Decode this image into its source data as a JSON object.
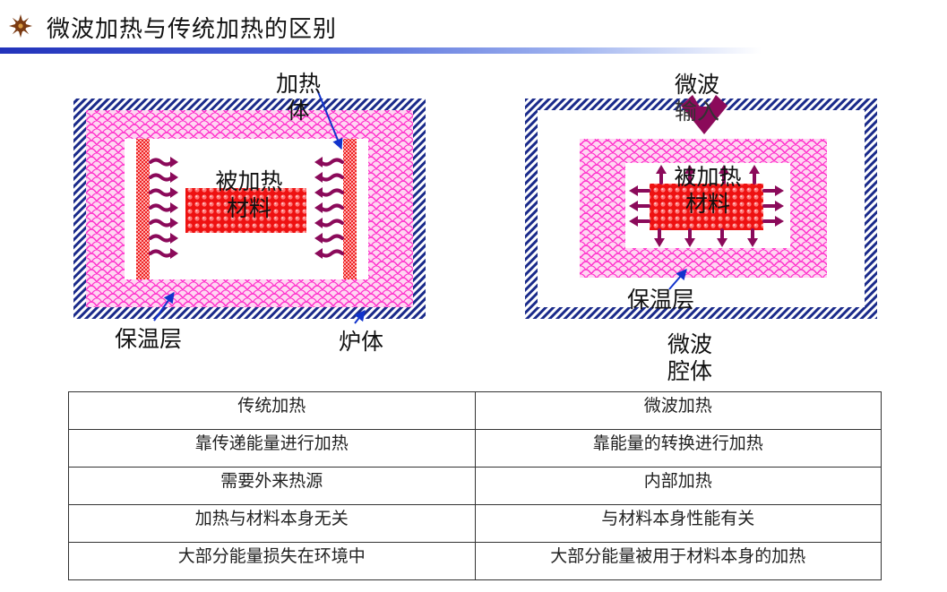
{
  "title": "微波加热与传统加热的区别",
  "labels": {
    "heating_element_line1": "加热",
    "heating_element_line2": "体",
    "heated_material_line1": "被加热",
    "heated_material_line2": "材料",
    "insulation": "保温层",
    "furnace": "炉体",
    "microwave_in_line1": "微波",
    "microwave_in_line2": "输入",
    "mw_material_line1": "被加热",
    "mw_material_line2": "材料",
    "mw_insulation": "保温层",
    "cavity_line1": "微波",
    "cavity_line2": "腔体"
  },
  "table": {
    "rows": [
      [
        "传统加热",
        "微波加热"
      ],
      [
        "靠传递能量进行加热",
        "靠能量的转换进行加热"
      ],
      [
        "需要外来热源",
        "内部加热"
      ],
      [
        "加热与材料本身无关",
        "与材料本身性能有关"
      ],
      [
        "大部分能量损失在环境中",
        "大部分能量被用于材料本身的加热"
      ]
    ]
  },
  "colors": {
    "frame_navy": "#1a2a8a",
    "insulation_pink": "#ff44cc",
    "material_red": "#ee1111",
    "arrow_purple": "#8b0a5a",
    "pointer_blue": "#1133cc"
  }
}
